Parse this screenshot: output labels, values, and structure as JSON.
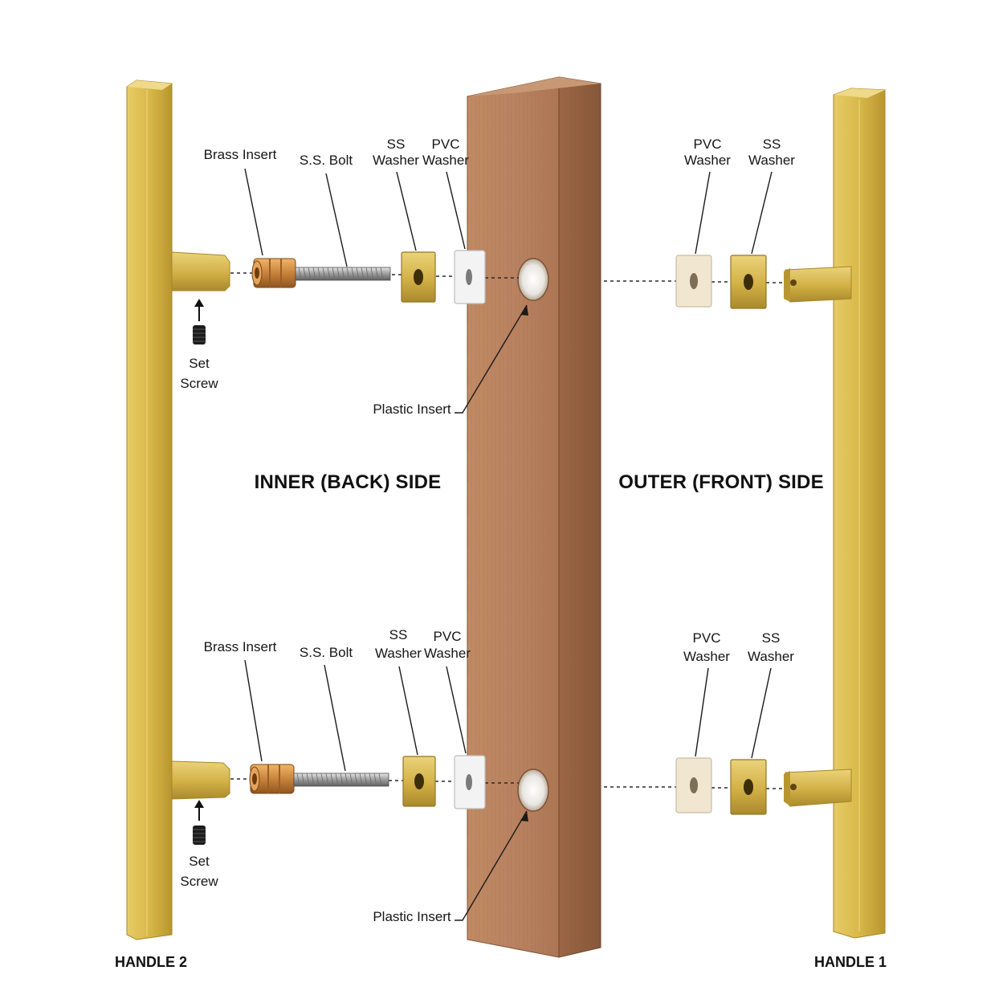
{
  "labels": {
    "brass_insert": "Brass Insert",
    "ss_bolt": "S.S. Bolt",
    "ss": "SS",
    "pvc": "PVC",
    "washer": "Washer",
    "set": "Set",
    "screw": "Screw",
    "plastic_insert": "Plastic Insert",
    "inner_side": "INNER (BACK) SIDE",
    "outer_side": "OUTER (FRONT) SIDE",
    "handle_2": "HANDLE 2",
    "handle_1": "HANDLE 1"
  },
  "colors": {
    "brass": "#d4b44a",
    "brass_dark": "#a8872a",
    "wood": "#b8835f",
    "wood_dark": "#8e5f3e",
    "pvc_white": "#f2f2f2",
    "pvc_cream": "#f1e6cf"
  },
  "icons": [
    "arrow-up-icon",
    "set-screw-icon"
  ]
}
